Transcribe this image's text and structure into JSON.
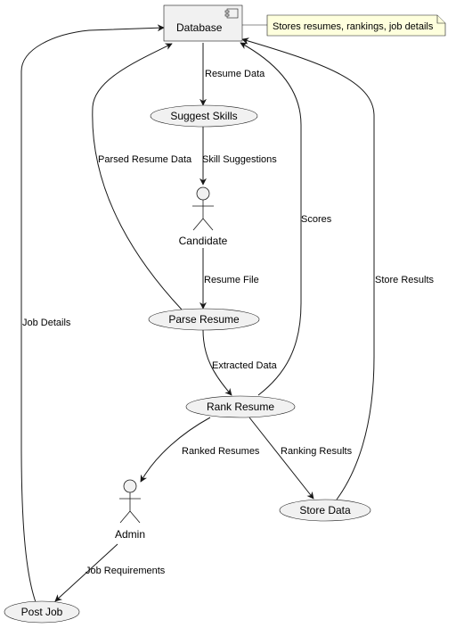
{
  "nodes": {
    "database": "Database",
    "note": "Stores resumes, rankings, job details",
    "suggest_skills": "Suggest Skills",
    "candidate": "Candidate",
    "parse_resume": "Parse Resume",
    "rank_resume": "Rank Resume",
    "admin": "Admin",
    "store_data": "Store Data",
    "post_job": "Post Job"
  },
  "edges": {
    "resume_data": "Resume Data",
    "skill_suggestions": "Skill Suggestions",
    "parsed_resume_data": "Parsed Resume Data",
    "resume_file": "Resume File",
    "scores": "Scores",
    "store_results": "Store Results",
    "job_details": "Job Details",
    "extracted_data": "Extracted Data",
    "ranked_resumes": "Ranked Resumes",
    "ranking_results": "Ranking Results",
    "job_requirements": "Job Requirements"
  },
  "colors": {
    "node_fill": "#f1f1f1",
    "note_fill": "#feffdd",
    "stroke": "#181818"
  }
}
